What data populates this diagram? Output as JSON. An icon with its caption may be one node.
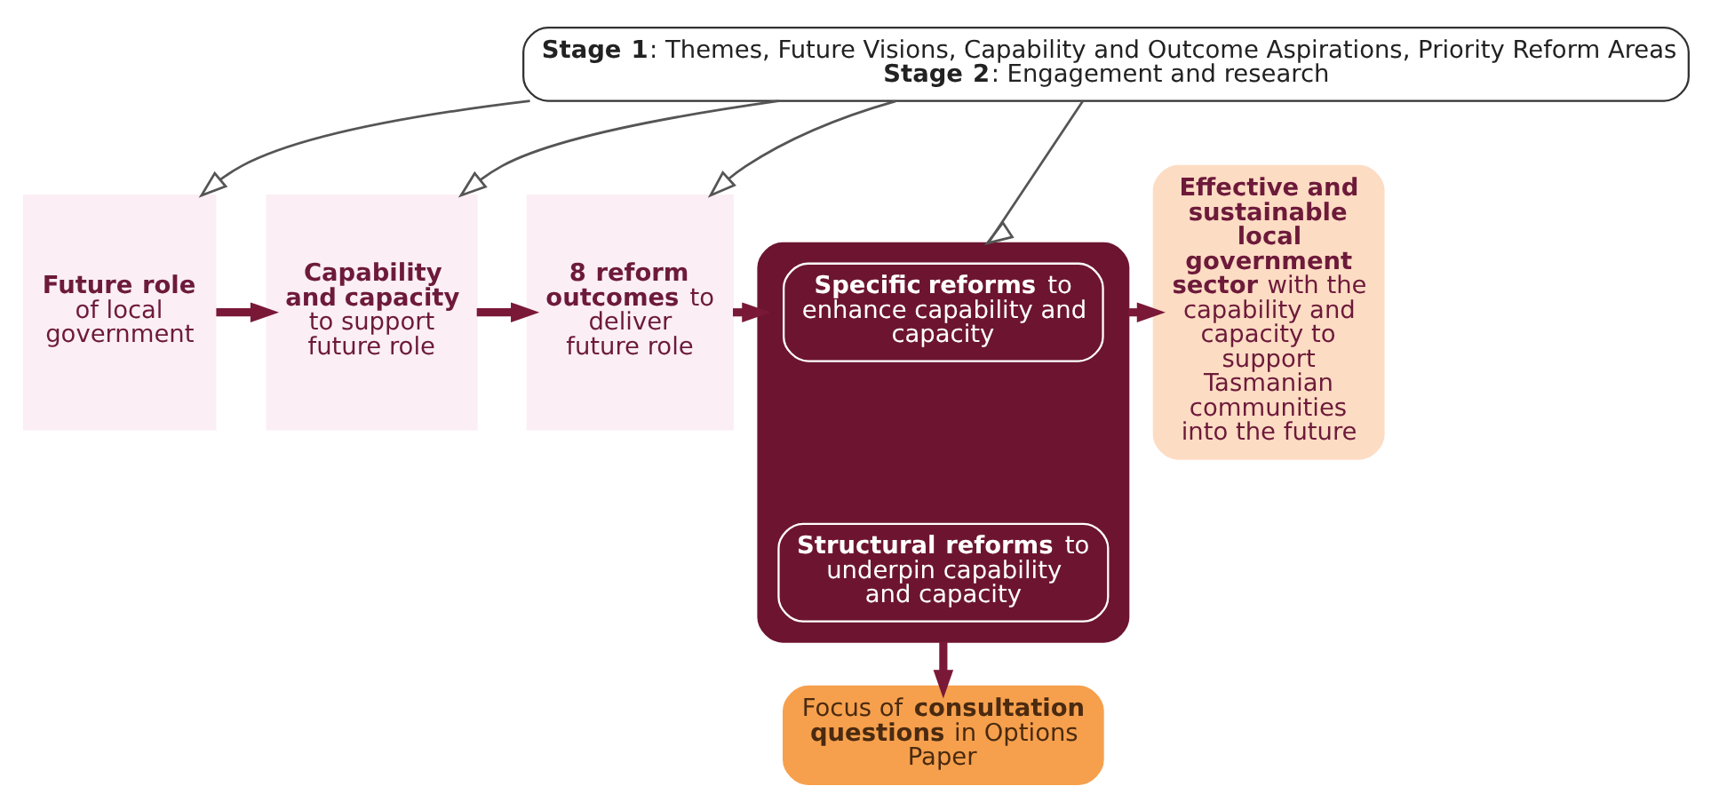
{
  "diagram": {
    "nodes": [
      {
        "text": [
          "**Stage 1**: Themes, Future Visions, Capability and Outcome Aspirations, Priority Reform Areas",
          "**Stage 2**: Engagement and research"
        ]
      },
      {
        "text": [
          "**Future role** of local government"
        ]
      },
      {
        "text": [
          "**Capability and capacity** to support future role"
        ]
      },
      {
        "text": [
          "**8 reform outcomes** to deliver future role"
        ]
      },
      {
        "text": [],
        "shape": "box"
      },
      {
        "text": [
          "**Specific reforms** to enhance capability and capacity"
        ],
        "in": 4
      },
      {
        "text": [
          "**Structural reforms** to underpin capability and capacity"
        ],
        "in": 4
      },
      {
        "text": [
          "**Effective and sustainable local government sector** with the capability and capacity to support Tasmanian communities into the future"
        ]
      },
      {
        "text": [
          "Focus of **consultation questions** in Options Paper"
        ]
      }
    ],
    "edges": [
      {
        "from": 0,
        "to": 1,
        "arrow": "to",
        "color": "#555555"
      },
      {
        "from": 0,
        "to": 2,
        "arrow": "to",
        "color": "#555555"
      },
      {
        "from": 0,
        "to": 3,
        "arrow": "to",
        "color": "#555555"
      },
      {
        "from": 0,
        "to": 4,
        "arrow": "to",
        "color": "#555555"
      },
      {
        "from": 1,
        "to": 2,
        "arrow": "to"
      },
      {
        "from": 2,
        "to": 3,
        "arrow": "to"
      },
      {
        "from": 3,
        "to": 4,
        "arrow": "to"
      },
      {
        "from": 4,
        "to": 7,
        "arrow": "to"
      },
      {
        "from": 4,
        "to": 8,
        "arrow": "to"
      }
    ]
  }
}
